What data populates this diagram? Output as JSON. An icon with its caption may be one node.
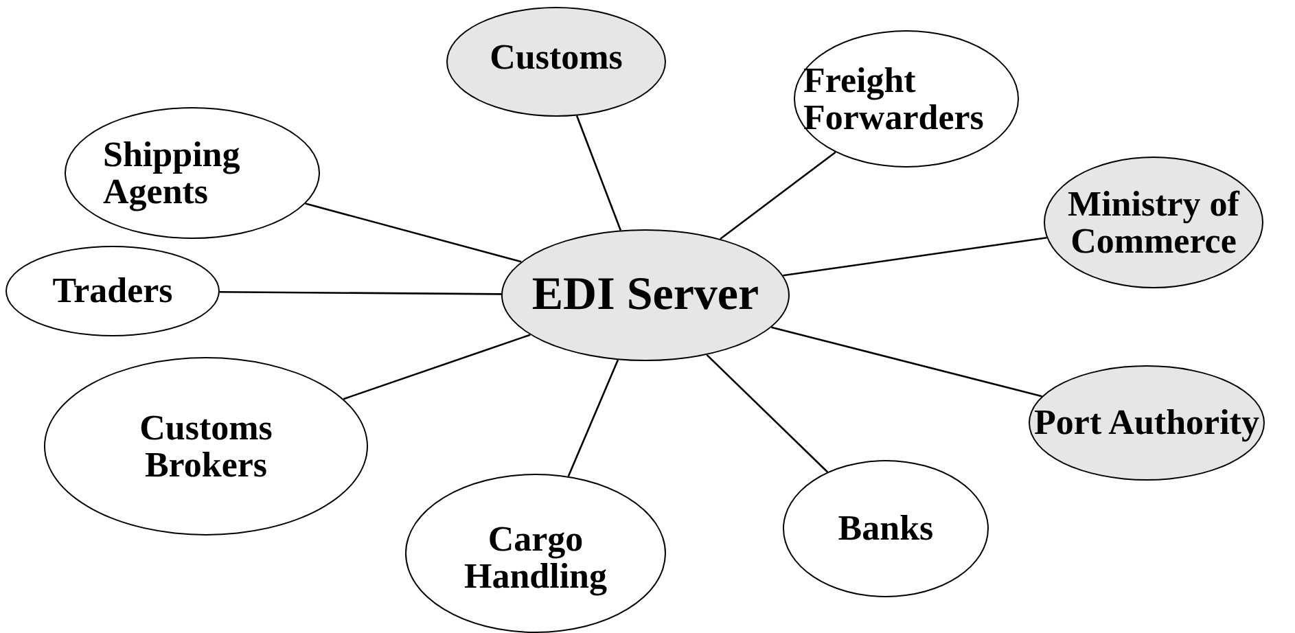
{
  "diagram": {
    "nodes": [
      {
        "text": [
          "Customs"
        ]
      },
      {
        "text": [
          "Freight Forwarders"
        ]
      },
      {
        "text": [
          "Shipping Agents"
        ]
      },
      {
        "text": [
          "Ministry of Commerce"
        ]
      },
      {
        "text": [
          "Traders"
        ]
      },
      {
        "text": [
          "EDI Server"
        ]
      },
      {
        "text": [
          "Port Authority"
        ]
      },
      {
        "text": [
          "Customs Brokers"
        ]
      },
      {
        "text": [
          "Cargo Handling"
        ]
      },
      {
        "text": [
          "Banks"
        ]
      }
    ],
    "edges": [
      {
        "from": 5,
        "to": 0,
        "arrow": "none"
      },
      {
        "from": 5,
        "to": 1,
        "arrow": "none"
      },
      {
        "from": 5,
        "to": 2,
        "arrow": "none"
      },
      {
        "from": 5,
        "to": 3,
        "arrow": "none"
      },
      {
        "from": 5,
        "to": 4,
        "arrow": "none"
      },
      {
        "from": 5,
        "to": 6,
        "arrow": "none"
      },
      {
        "from": 5,
        "to": 7,
        "arrow": "none"
      },
      {
        "from": 5,
        "to": 8,
        "arrow": "none"
      },
      {
        "from": 5,
        "to": 9,
        "arrow": "none"
      }
    ]
  }
}
